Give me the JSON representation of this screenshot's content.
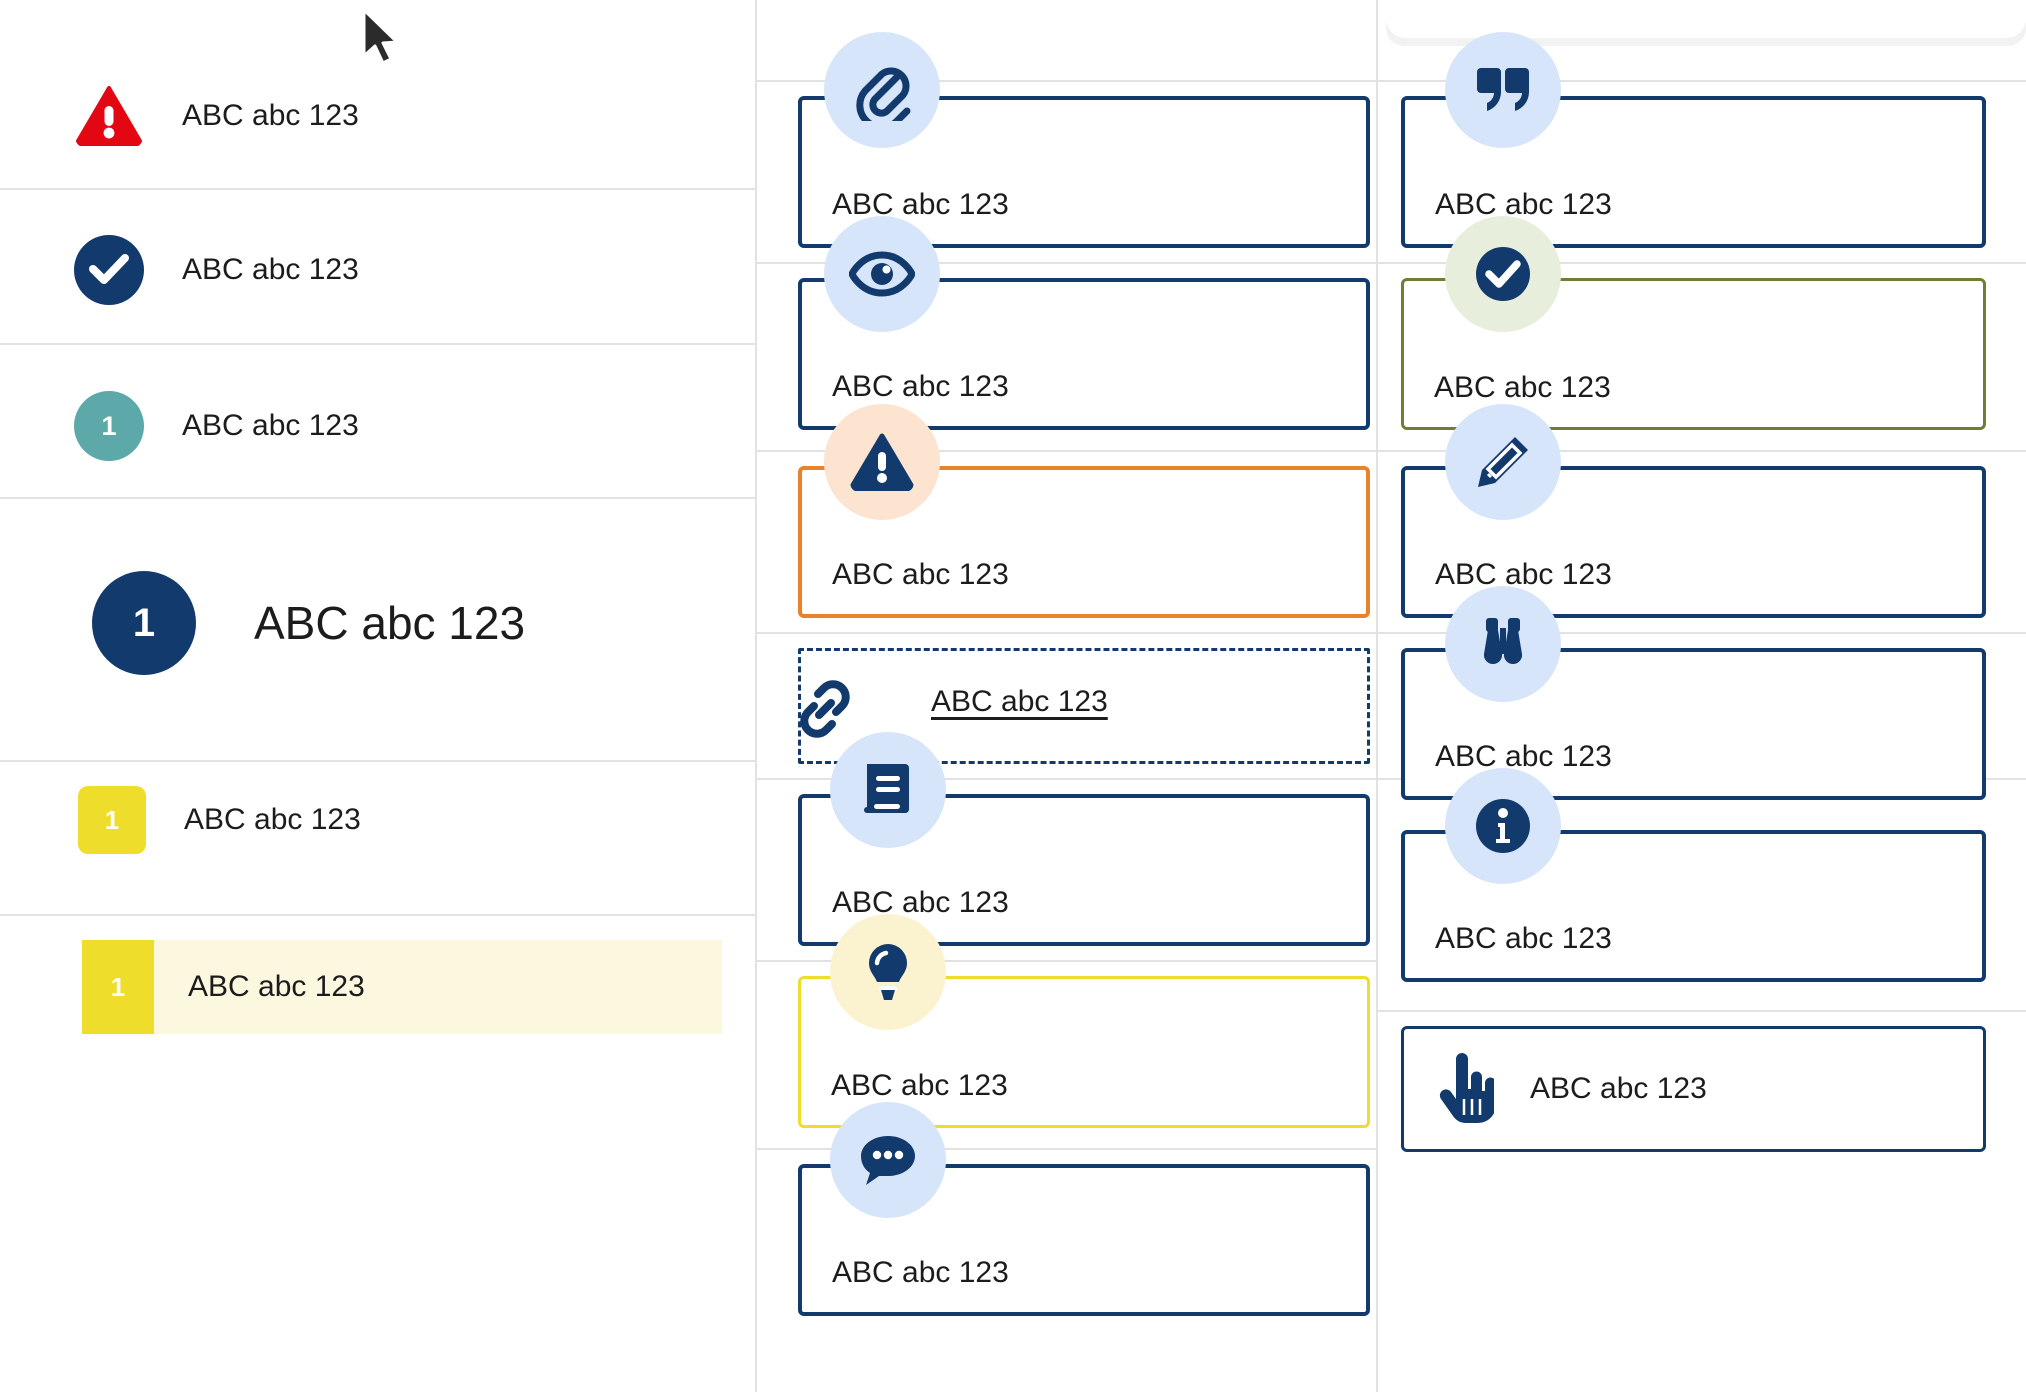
{
  "sample_text": "ABC abc 123",
  "colors": {
    "navy": "#123a6d",
    "navy_dark": "#0f3569",
    "red": "#e30613",
    "teal": "#5da8a8",
    "yellow": "#efdd2c",
    "yellow_soft": "#fcf8e0",
    "orange": "#e8822b",
    "olive": "#6e7e34",
    "chip_blue": "#d7e5fa",
    "chip_peach": "#fce4d0",
    "chip_mint": "#e7eedb",
    "chip_cream": "#fbf3cf",
    "separator": "#e2e2e2"
  },
  "cursor": {
    "icon": "mouse-pointer-icon"
  },
  "left_column": {
    "rows": [
      {
        "id": "alert-row",
        "icon": "warning-triangle-icon",
        "badge_text": "",
        "label": "ABC abc 123",
        "badge_shape": "triangle",
        "badge_color": "#e30613",
        "size": "md"
      },
      {
        "id": "success-row",
        "icon": "check-circle-icon",
        "badge_text": "",
        "label": "ABC abc 123",
        "badge_shape": "circle",
        "badge_color": "#123a6d",
        "size": "md"
      },
      {
        "id": "teal-number-row",
        "icon": "number-badge-icon",
        "badge_text": "1",
        "label": "ABC abc 123",
        "badge_shape": "circle",
        "badge_color": "#5da8a8",
        "size": "md"
      },
      {
        "id": "large-number-row",
        "icon": "number-badge-icon",
        "badge_text": "1",
        "label": "ABC abc 123",
        "badge_shape": "circle",
        "badge_color": "#123a6d",
        "size": "lg"
      },
      {
        "id": "yellow-number-row",
        "icon": "number-badge-icon",
        "badge_text": "1",
        "label": "ABC abc 123",
        "badge_shape": "square",
        "badge_color": "#efdd2c",
        "size": "md"
      },
      {
        "id": "highlighted-row",
        "icon": "number-badge-icon",
        "badge_text": "1",
        "label": "ABC abc 123",
        "badge_shape": "bar",
        "badge_color": "#efdd2c",
        "size": "md",
        "highlighted": true
      }
    ]
  },
  "middle_column": {
    "cards": [
      {
        "id": "attachment-card",
        "icon": "paperclip-icon",
        "label": "ABC abc 123",
        "border": "navy",
        "chip": "blue"
      },
      {
        "id": "visibility-card",
        "icon": "eye-icon",
        "label": "ABC abc 123",
        "border": "navy",
        "chip": "blue"
      },
      {
        "id": "warning-card",
        "icon": "warning-triangle-icon",
        "label": "ABC abc 123",
        "border": "orange",
        "chip": "peach"
      },
      {
        "id": "link-card",
        "icon": "chain-link-icon",
        "label": "ABC abc 123",
        "border": "dashed",
        "chip": "bare",
        "link": true
      },
      {
        "id": "reading-card",
        "icon": "book-icon",
        "label": "ABC abc 123",
        "border": "navy",
        "chip": "blue"
      },
      {
        "id": "tip-card",
        "icon": "lightbulb-icon",
        "label": "ABC abc 123",
        "border": "yellow",
        "chip": "cream"
      },
      {
        "id": "comment-card",
        "icon": "chat-bubble-icon",
        "label": "ABC abc 123",
        "border": "navy",
        "chip": "blue"
      }
    ]
  },
  "right_column": {
    "cards": [
      {
        "id": "quote-card",
        "icon": "quotation-marks-icon",
        "label": "ABC abc 123",
        "border": "navy",
        "chip": "blue"
      },
      {
        "id": "completed-card",
        "icon": "check-circle-icon",
        "label": "ABC abc 123",
        "border": "olive",
        "chip": "mint"
      },
      {
        "id": "edit-card",
        "icon": "pencil-icon",
        "label": "ABC abc 123",
        "border": "navy",
        "chip": "blue"
      },
      {
        "id": "observe-card",
        "icon": "binoculars-icon",
        "label": "ABC abc 123",
        "border": "navy",
        "chip": "blue"
      },
      {
        "id": "info-card",
        "icon": "info-circle-icon",
        "label": "ABC abc 123",
        "border": "navy",
        "chip": "blue"
      },
      {
        "id": "action-card",
        "icon": "pointing-hand-icon",
        "label": "ABC abc 123",
        "border": "navy",
        "chip": "bare",
        "inline": true
      }
    ]
  }
}
